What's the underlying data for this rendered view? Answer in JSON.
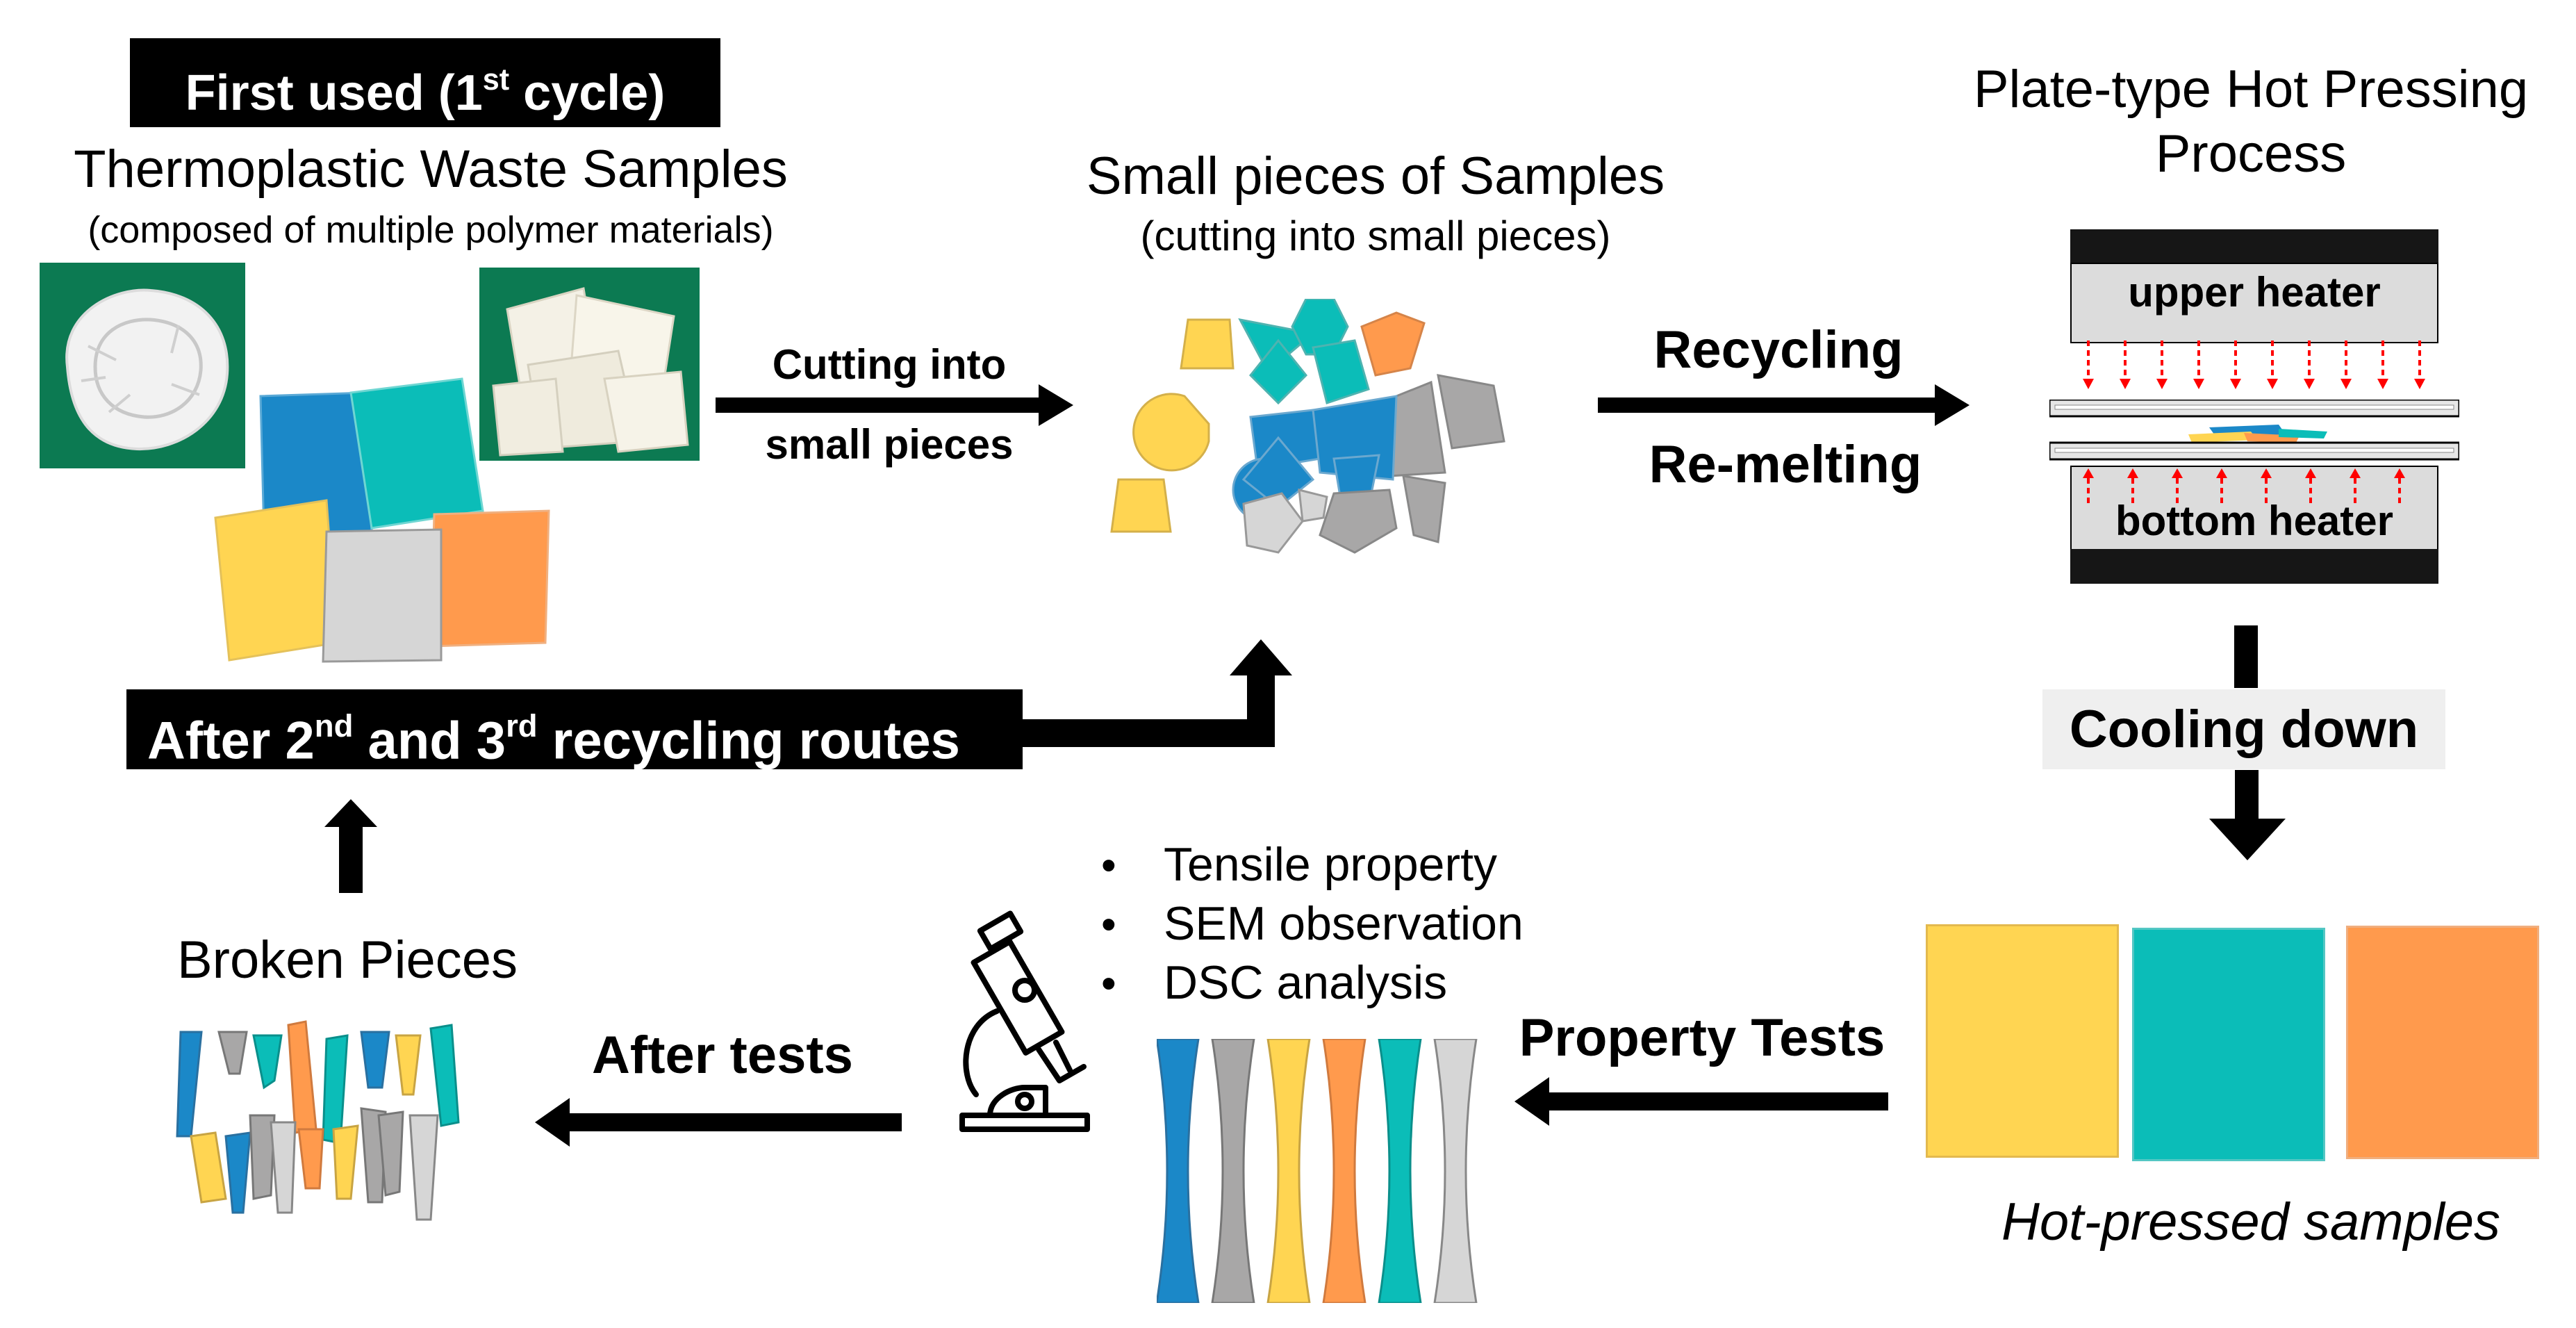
{
  "first_cycle": {
    "prefix": "First  used (1",
    "sup": "st",
    "suffix": " cycle)"
  },
  "waste": {
    "title": "Thermoplastic Waste Samples",
    "subtitle": "(composed of multiple polymer materials)"
  },
  "small_pieces": {
    "title": "Small pieces of Samples",
    "subtitle": "(cutting into small pieces)"
  },
  "cutting": {
    "line1": "Cutting into",
    "line2": "small pieces"
  },
  "recycling": {
    "line1": "Recycling",
    "line2": "Re-melting"
  },
  "hot_press": {
    "title_line1": "Plate-type Hot Pressing",
    "title_line2": "Process",
    "upper": "upper heater",
    "bottom": "bottom heater"
  },
  "cooling": "Cooling down",
  "hot_pressed": "Hot-pressed samples",
  "property_tests": "Property Tests",
  "tests": [
    "Tensile property",
    "SEM observation",
    "DSC analysis"
  ],
  "bullet": "•",
  "after_tests": "After tests",
  "broken": "Broken Pieces",
  "after_routes": {
    "p1": "After 2",
    "s1": "nd",
    "p2": " and 3",
    "s2": "rd",
    "p3": " recycling routes"
  },
  "colors": {
    "yellow": "#FFD552",
    "teal": "#0BBDB8",
    "orange": "#FF9A4D",
    "blue": "#1B88C8",
    "gray": "#A8A7A7",
    "lightgray": "#D6D6D6",
    "green": "#0c7a52",
    "arrow_red": "#FF0000"
  }
}
